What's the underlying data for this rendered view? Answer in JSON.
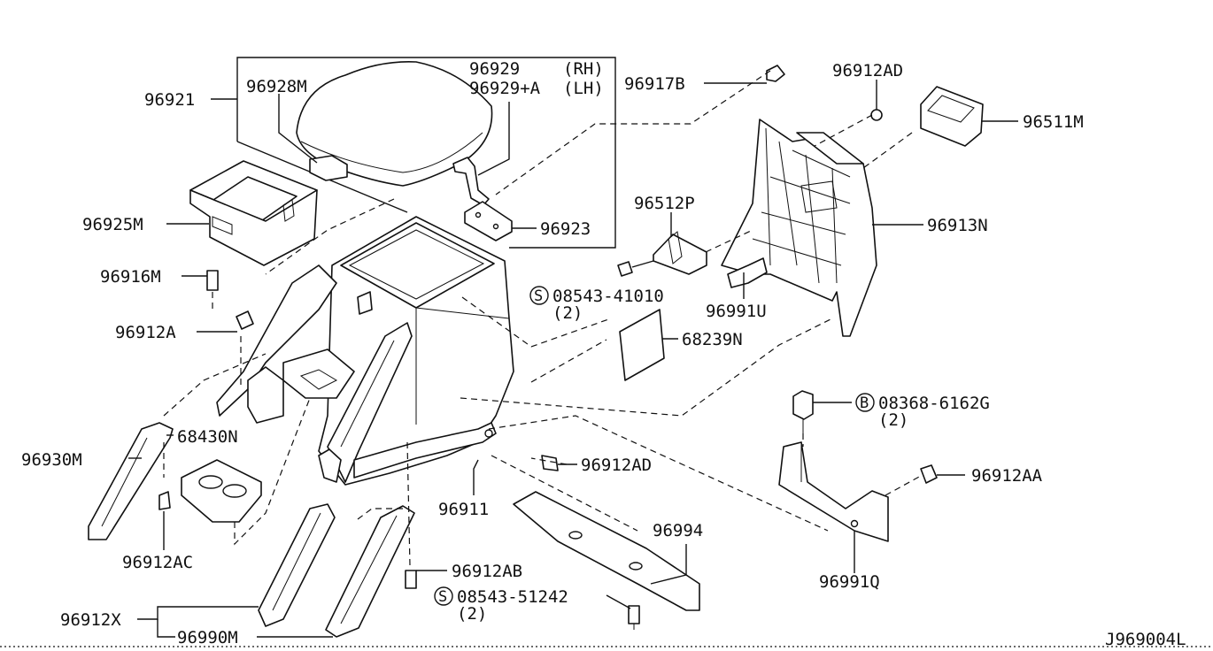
{
  "diagram_id": "J969004L",
  "parts": [
    {
      "key": "p96921",
      "number": "96921"
    },
    {
      "key": "p96928M",
      "number": "96928M"
    },
    {
      "key": "p96929rh",
      "number": "96929",
      "side": "(RH)"
    },
    {
      "key": "p96929lh",
      "number": "96929+A",
      "side": "(LH)"
    },
    {
      "key": "p96917B",
      "number": "96917B"
    },
    {
      "key": "p96912AD_top",
      "number": "96912AD"
    },
    {
      "key": "p96511M",
      "number": "96511M"
    },
    {
      "key": "p96925M",
      "number": "96925M"
    },
    {
      "key": "p96923",
      "number": "96923"
    },
    {
      "key": "p96512P",
      "number": "96512P"
    },
    {
      "key": "p96913N",
      "number": "96913N"
    },
    {
      "key": "p96916M",
      "number": "96916M"
    },
    {
      "key": "p08543_41010",
      "prefix": "S",
      "number": "08543-41010",
      "qty": "(2)"
    },
    {
      "key": "p96991U",
      "number": "96991U"
    },
    {
      "key": "p96912A",
      "number": "96912A"
    },
    {
      "key": "p68239N",
      "number": "68239N"
    },
    {
      "key": "p08368_6162G",
      "prefix": "B",
      "number": "08368-6162G",
      "qty": "(2)"
    },
    {
      "key": "p68430N",
      "number": "68430N"
    },
    {
      "key": "p96930M",
      "number": "96930M"
    },
    {
      "key": "p96912AD_mid",
      "number": "96912AD"
    },
    {
      "key": "p96912AA",
      "number": "96912AA"
    },
    {
      "key": "p96911",
      "number": "96911"
    },
    {
      "key": "p96994",
      "number": "96994"
    },
    {
      "key": "p96912AC",
      "number": "96912AC"
    },
    {
      "key": "p96912AB",
      "number": "96912AB"
    },
    {
      "key": "p96991Q",
      "number": "96991Q"
    },
    {
      "key": "p08543_51242",
      "prefix": "S",
      "number": "08543-51242",
      "qty": "(2)"
    },
    {
      "key": "p96912X",
      "number": "96912X"
    },
    {
      "key": "p96990M",
      "number": "96990M"
    }
  ]
}
